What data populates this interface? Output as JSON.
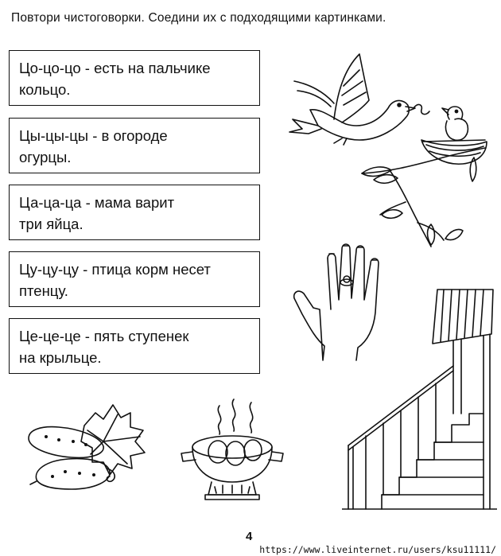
{
  "instruction": "Повтори чистоговорки. Соедини  их с подходящими картинками.",
  "tongue_twisters": [
    {
      "line1": "Цо-цо-цо - есть на пальчике",
      "line2": "кольцо."
    },
    {
      "line1": "Цы-цы-цы - в огороде",
      "line2": "огурцы."
    },
    {
      "line1": "Ца-ца-ца - мама варит",
      "line2": "три яйца."
    },
    {
      "line1": "Цу-цу-цу - птица корм несет",
      "line2": "птенцу."
    },
    {
      "line1": "Це-це-це - пять ступенек",
      "line2": "на крыльце."
    }
  ],
  "pictures": {
    "bird_nest": "bird-feeding-chick-icon",
    "hand_ring": "hand-with-ring-icon",
    "stairs": "porch-stairs-icon",
    "cucumbers": "cucumbers-icon",
    "pot_eggs": "pot-with-eggs-icon"
  },
  "page_number": "4",
  "watermark": "https://www.liveinternet.ru/users/ksu11111/"
}
